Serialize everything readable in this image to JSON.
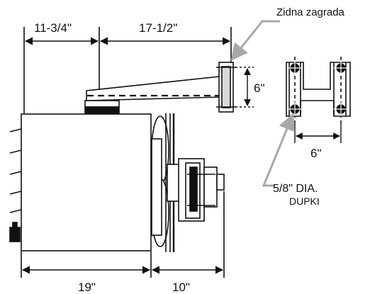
{
  "labels": {
    "top_left_dim": "11-3/4\"",
    "top_right_dim": "17-1/2\"",
    "bracket_height_dim": "6\"",
    "bracket_width_dim": "6\"",
    "bottom_left_dim": "19\"",
    "bottom_right_dim": "10\"",
    "wall_bracket": "Zidna zagrada",
    "hole_size": "5/8\" DIA.",
    "holes": "DUPKI"
  },
  "colors": {
    "line": "#111111",
    "leader": "#a8a8a8",
    "shade": "#d9d9d9"
  }
}
